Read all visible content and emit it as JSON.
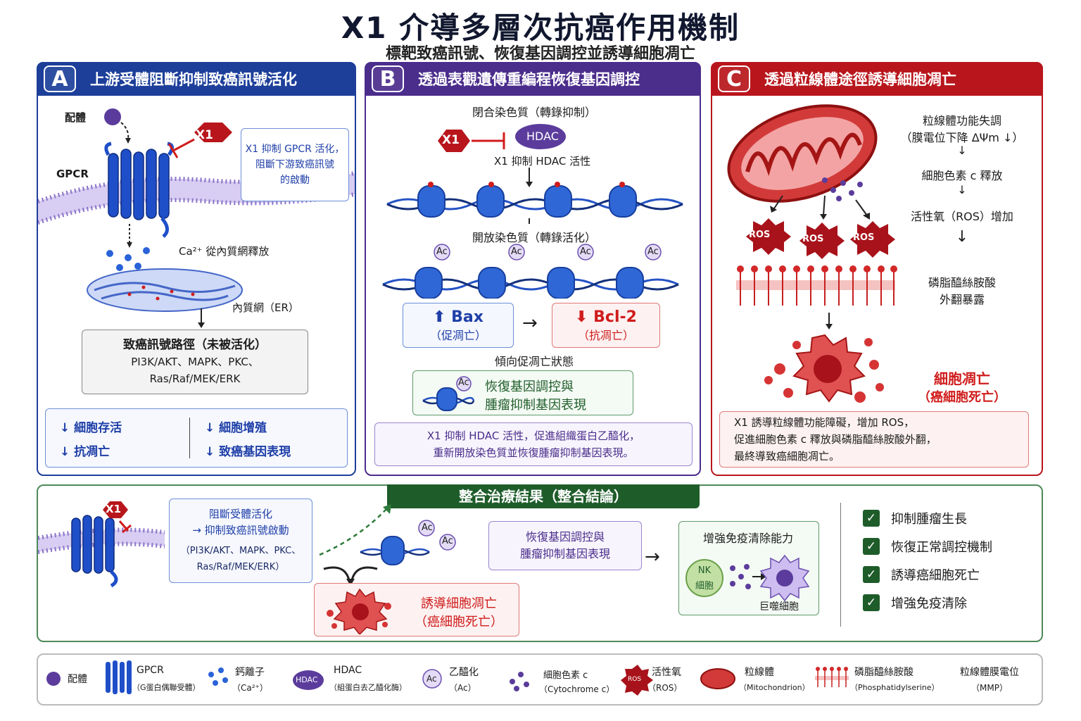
{
  "title": "X1 介導多層次抗癌作用機制",
  "subtitle": "標靶致癌訊號、恢復基因調控並誘導細胞凋亡",
  "colors": {
    "blue": "#1d3f9a",
    "purple": "#4b2d8c",
    "red": "#b8161c",
    "green": "#1e5c2a"
  },
  "panelA": {
    "letter": "A",
    "header": "上游受體阻斷抑制致癌訊號活化",
    "ligand_label": "配體",
    "x1_tag": "X1",
    "gpcr_label": "GPCR",
    "note": [
      "X1 抑制 GPCR 活化，",
      "阻斷下游致癌訊號",
      "的啟動"
    ],
    "ca_label": "Ca²⁺ 從內質網釋放",
    "er_label": "內質網（ER）",
    "pathway_title": "致癌訊號路徑（未被活化）",
    "pathway_lines": [
      "PI3K/AKT、MAPK、PKC、",
      "Ras/Raf/MEK/ERK"
    ],
    "effects": [
      "細胞存活",
      "抗凋亡",
      "細胞增殖",
      "致癌基因表現"
    ]
  },
  "panelB": {
    "letter": "B",
    "header": "透過表觀遺傳重編程恢復基因調控",
    "closed_label": "閉合染色質（轉錄抑制）",
    "x1_tag": "X1",
    "hdac_label": "HDAC",
    "inhibit_label": "X1 抑制 HDAC 活性",
    "open_label": "開放染色質（轉錄活化）",
    "ac_label": "Ac",
    "bax_title": "Bax",
    "bax_sub": "（促凋亡）",
    "bcl_title": "Bcl-2",
    "bcl_sub": "（抗凋亡）",
    "state_label": "傾向促凋亡狀態",
    "restore_lines": [
      "恢復基因調控與",
      "腫瘤抑制基因表現"
    ],
    "summary": [
      "X1 抑制 HDAC 活性，促進組織蛋白乙醯化，",
      "重新開放染色質並恢復腫瘤抑制基因表現。"
    ]
  },
  "panelC": {
    "letter": "C",
    "header": "透過粒線體途徑誘導細胞凋亡",
    "steps": [
      "粒線體功能失調",
      "（膜電位下降 ΔΨm ↓）",
      "細胞色素 c 釋放",
      "活性氧（ROS）增加",
      "磷脂醯絲胺酸",
      "外翻暴露"
    ],
    "ros_label": "ROS",
    "apoptosis_lines": [
      "細胞凋亡",
      "（癌細胞死亡）"
    ],
    "summary": [
      "X1 誘導粒線體功能障礙，增加 ROS，",
      "促進細胞色素 c 釋放與磷脂醯絲胺酸外翻，",
      "最終導致癌細胞凋亡。"
    ]
  },
  "bottom": {
    "header": "整合治療結果（整合結論）",
    "x1_tag": "X1",
    "block_lines": [
      "阻斷受體活化",
      "→ 抑制致癌訊號啟動"
    ],
    "block_paths": [
      "（PI3K/AKT、MAPK、PKC、",
      "Ras/Raf/MEK/ERK）"
    ],
    "ac_label": "Ac",
    "restore_lines": [
      "恢復基因調控與",
      "腫瘤抑制基因表現"
    ],
    "apoptosis_lines": [
      "誘導細胞凋亡",
      "（癌細胞死亡）"
    ],
    "immune_title": "增強免疫清除能力",
    "nk_lines": [
      "NK",
      "細胞"
    ],
    "macrophage_label": "巨噬細胞",
    "checklist": [
      "抑制腫瘤生長",
      "恢復正常調控機制",
      "誘導癌細胞死亡",
      "增強免疫清除"
    ]
  },
  "legend": [
    {
      "name": "配體"
    },
    {
      "name": "GPCR",
      "sub": "（G蛋白偶聯受體）"
    },
    {
      "name": "鈣離子",
      "sub": "（Ca²⁺）"
    },
    {
      "name": "HDAC",
      "sub": "（組蛋白去乙醯化酶）",
      "icon_text": "HDAC"
    },
    {
      "name": "乙醯化",
      "sub": "（Ac）",
      "icon_text": "Ac"
    },
    {
      "name": "細胞色素 c",
      "sub": "（Cytochrome c）"
    },
    {
      "name": "活性氧",
      "sub": "（ROS）",
      "icon_text": "ROS"
    },
    {
      "name": "粒線體",
      "sub": "（Mitochondrion）"
    },
    {
      "name": "磷脂醯絲胺酸",
      "sub": "（Phosphatidylserine）"
    },
    {
      "name": "粒線體膜電位",
      "sub": "（MMP）"
    }
  ]
}
